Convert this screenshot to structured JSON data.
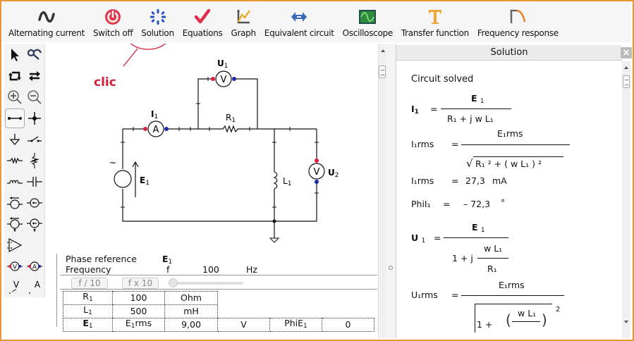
{
  "toolbar": {
    "buttons": [
      {
        "label": "Alternating current",
        "icon": "sine-wave-icon"
      },
      {
        "label": "Switch off",
        "icon": "power-icon"
      },
      {
        "label": "Solution",
        "icon": "solution-spinner-icon"
      },
      {
        "label": "Equations",
        "icon": "checkmark-icon"
      },
      {
        "label": "Graph",
        "icon": "graph-axes-icon"
      },
      {
        "label": "Equivalent circuit",
        "icon": "double-arrow-icon"
      },
      {
        "label": "Oscilloscope",
        "icon": "oscilloscope-icon"
      },
      {
        "label": "Transfer function",
        "icon": "transfer-t-icon"
      },
      {
        "label": "Frequency response",
        "icon": "frequency-curve-icon"
      }
    ]
  },
  "annotation": {
    "text": "clic",
    "color": "#d4203a"
  },
  "left_tools": [
    "pointer-tool",
    "wire-cutter-tool",
    "rotate-tool",
    "flip-tool",
    "zoom-in-tool",
    "zoom-out-tool",
    "wire-tool",
    "node-tool",
    "ground-tool",
    "switch-tool",
    "resistor-tool",
    "variable-resistor-tool",
    "inductor-tool",
    "capacitor-tool",
    "voltage-source-tool",
    "current-source-tool",
    "controlled-voltage-source-tool",
    "controlled-current-source-tool",
    "opamp-tool",
    "voltmeter-tool",
    "ammeter-tool",
    "voltage-label-tool",
    "current-label-tool"
  ],
  "schematic": {
    "labels": {
      "U1": "U",
      "U1_sub": "1",
      "I1": "I",
      "I1_sub": "1",
      "R1": "R",
      "R1_sub": "1",
      "L1": "L",
      "L1_sub": "1",
      "E1": "E",
      "E1_sub": "1",
      "U2": "U",
      "U2_sub": "2",
      "voltmeter": "V",
      "ammeter": "A",
      "ac_symbol": "~"
    }
  },
  "params": {
    "phase_reference_label": "Phase reference",
    "phase_reference_value": "E",
    "phase_reference_sub": "1",
    "frequency_label": "Frequency",
    "frequency_symbol": "f",
    "frequency_value": "100",
    "frequency_unit": "Hz",
    "btn_div10": "f / 10",
    "btn_mul10": "f x 10",
    "slider_value": 0,
    "rows": [
      {
        "name": "R",
        "sub": "1",
        "value": "100",
        "unit": "Ohm"
      },
      {
        "name": "L",
        "sub": "1",
        "value": "500",
        "unit": "mH"
      },
      {
        "name": "E",
        "sub": "1",
        "param": "E",
        "param_sub": "1",
        "param_suffix": "rms",
        "value": "9,00",
        "unit": "V",
        "phase_label": "PhiE",
        "phase_sub": "1",
        "phase_value": "0"
      }
    ]
  },
  "solution": {
    "title": "Solution",
    "status": "Circuit solved",
    "eq1": {
      "lhs": "I",
      "lhs_sub": "1",
      "num": "E",
      "num_sub": "1",
      "den": "R₁  + j w L₁"
    },
    "eq2": {
      "lhs": "I₁rms",
      "num": "E₁rms",
      "den": "R₁ ² +  ( w L₁ ) ²"
    },
    "eq3": {
      "lhs": "I₁rms",
      "value": "27,3",
      "unit": "mA"
    },
    "eq4": {
      "lhs": "PhiI₁",
      "value": "– 72,3",
      "unit": "°"
    },
    "eq5": {
      "lhs": "U",
      "lhs_sub": "1",
      "num": "E",
      "num_sub": "1",
      "den_prefix": "1  + j",
      "den_num": "w L₁",
      "den_den": "R₁"
    },
    "eq6": {
      "lhs": "U₁rms",
      "num": "E₁rms",
      "den_prefix": "1  +",
      "den_num": "w L₁",
      "den_pow": "2"
    }
  }
}
